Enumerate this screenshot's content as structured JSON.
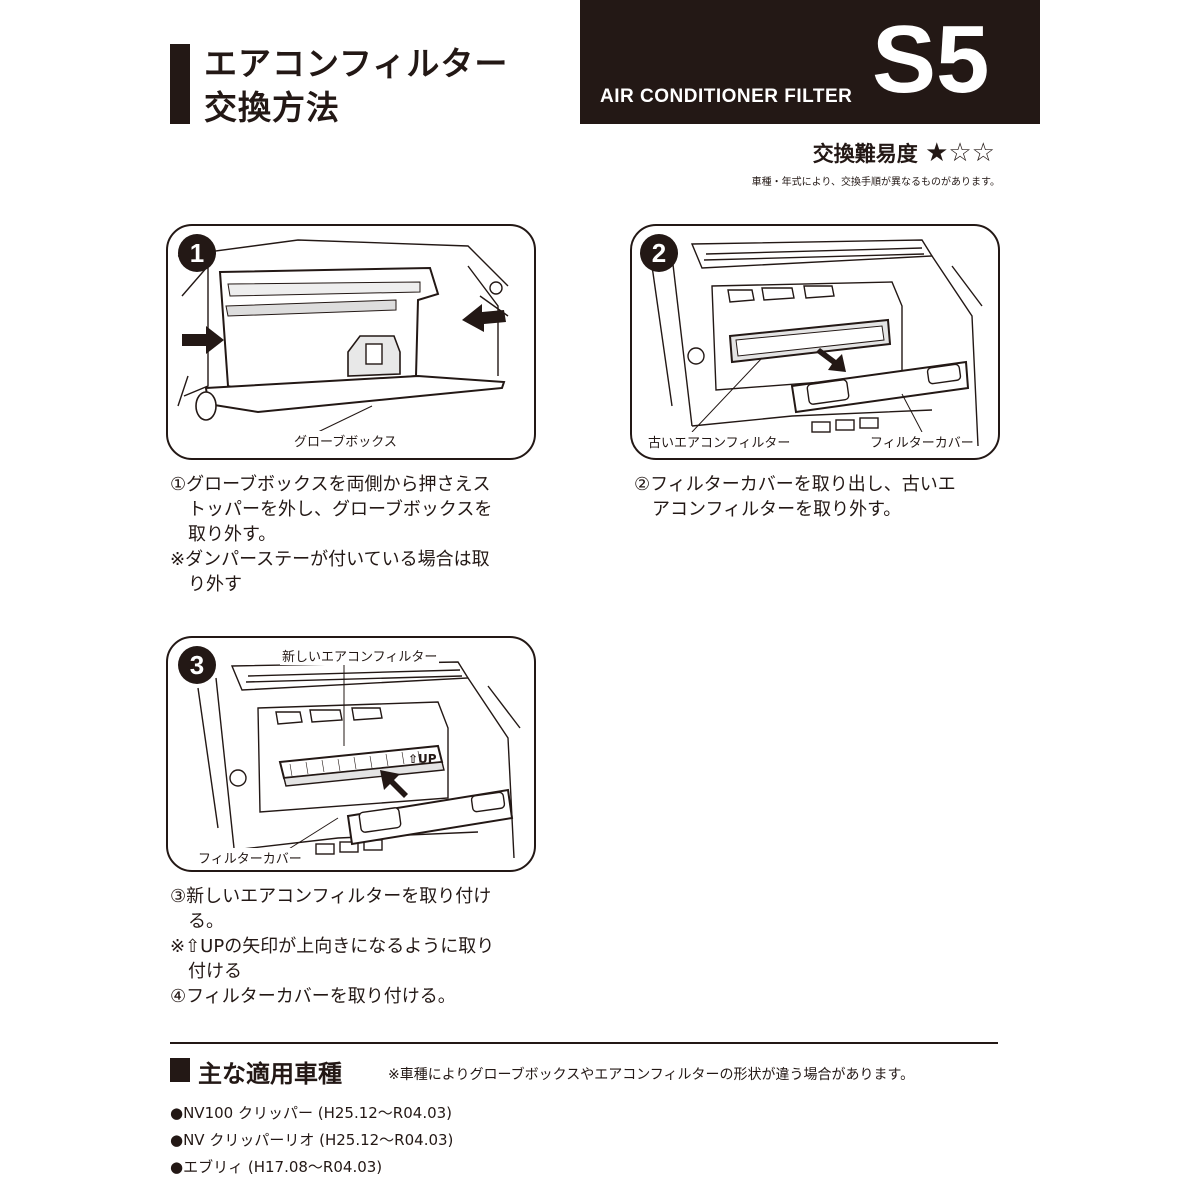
{
  "header": {
    "title_line1": "エアコンフィルター",
    "title_line2": "交換方法",
    "code_label": "AIR CONDITIONER FILTER",
    "code": "S5",
    "difficulty_label": "交換難易度",
    "difficulty_stars": "★☆☆",
    "difficulty_level": 1,
    "difficulty_max": 3,
    "note": "車種・年式により、交換手順が異なるものがあります。"
  },
  "steps": [
    {
      "number": "1",
      "labels": [
        "グローブボックス"
      ],
      "text": [
        "①グローブボックスを両側から押さえス",
        "　トッパーを外し、グローブボックスを",
        "　取り外す。",
        "※ダンパーステーが付いている場合は取",
        "　り外す"
      ]
    },
    {
      "number": "2",
      "labels": [
        "古いエアコンフィルター",
        "フィルターカバー"
      ],
      "text": [
        "②フィルターカバーを取り出し、古いエ",
        "　アコンフィルターを取り外す。"
      ]
    },
    {
      "number": "3",
      "labels": [
        "新しいエアコンフィルター",
        "⇧UP",
        "フィルターカバー"
      ],
      "text": [
        "③新しいエアコンフィルターを取り付け",
        "　る。",
        "※⇧UPの矢印が上向きになるように取り",
        "　付ける",
        "④フィルターカバーを取り付ける。"
      ]
    }
  ],
  "models": {
    "title": "主な適用車種",
    "note": "※車種によりグローブボックスやエアコンフィルターの形状が違う場合があります。",
    "items": [
      "●NV100 クリッパー (H25.12～R04.03)",
      "●NV クリッパーリオ (H25.12～R04.03)",
      "●エブリィ (H17.08～R04.03)"
    ]
  },
  "colors": {
    "ink": "#231815",
    "background": "#ffffff"
  }
}
